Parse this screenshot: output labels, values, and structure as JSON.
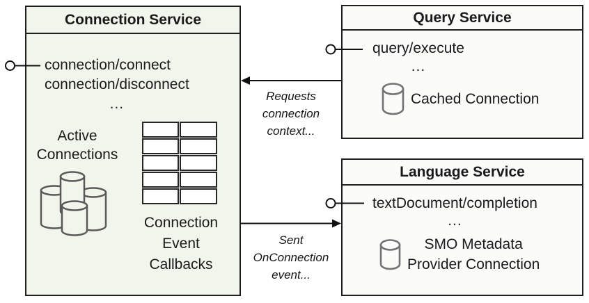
{
  "colors": {
    "connection_box_fill": "#f2f5ec",
    "service_box_fill": "#fbfbfa",
    "box_border": "#1f1f1f",
    "cylinder_cluster_stroke": "#595959",
    "small_cylinder_stroke": "#737373",
    "text": "#1a1a1a"
  },
  "connection_service": {
    "title": "Connection Service",
    "methods": [
      "connection/connect",
      "connection/disconnect"
    ],
    "more_indicator": "...",
    "active_connections_label": "Active\nConnections",
    "callbacks_label": "Connection\nEvent\nCallbacks"
  },
  "query_service": {
    "title": "Query Service",
    "methods": [
      "query/execute"
    ],
    "more_indicator": "...",
    "cached_connection_label": "Cached Connection"
  },
  "language_service": {
    "title": "Language Service",
    "methods": [
      "textDocument/completion"
    ],
    "more_indicator": "...",
    "provider_label": "SMO Metadata\nProvider Connection"
  },
  "arrows": {
    "requests_label": "Requests\nconnection\ncontext...",
    "sent_label": "Sent\nOnConnection\nevent..."
  }
}
